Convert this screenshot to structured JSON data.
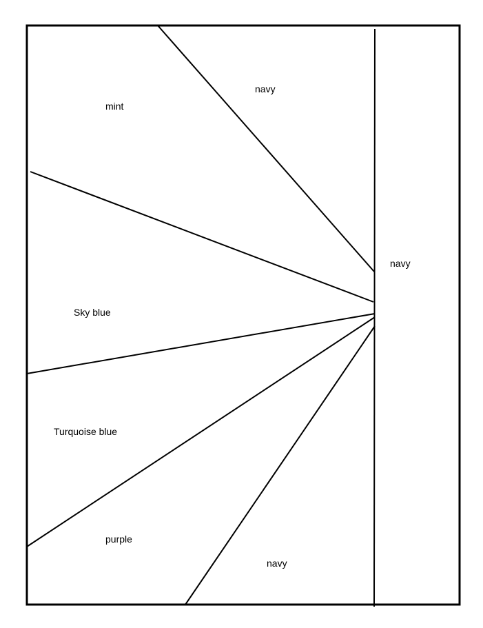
{
  "regions": {
    "navy_top": "navy",
    "mint": "mint",
    "navy_right": "navy",
    "sky_blue": "Sky blue",
    "turquoise_blue": "Turquoise blue",
    "purple": "purple",
    "navy_bottom": "navy"
  },
  "colors": {
    "line": "#000000",
    "background": "#ffffff"
  }
}
